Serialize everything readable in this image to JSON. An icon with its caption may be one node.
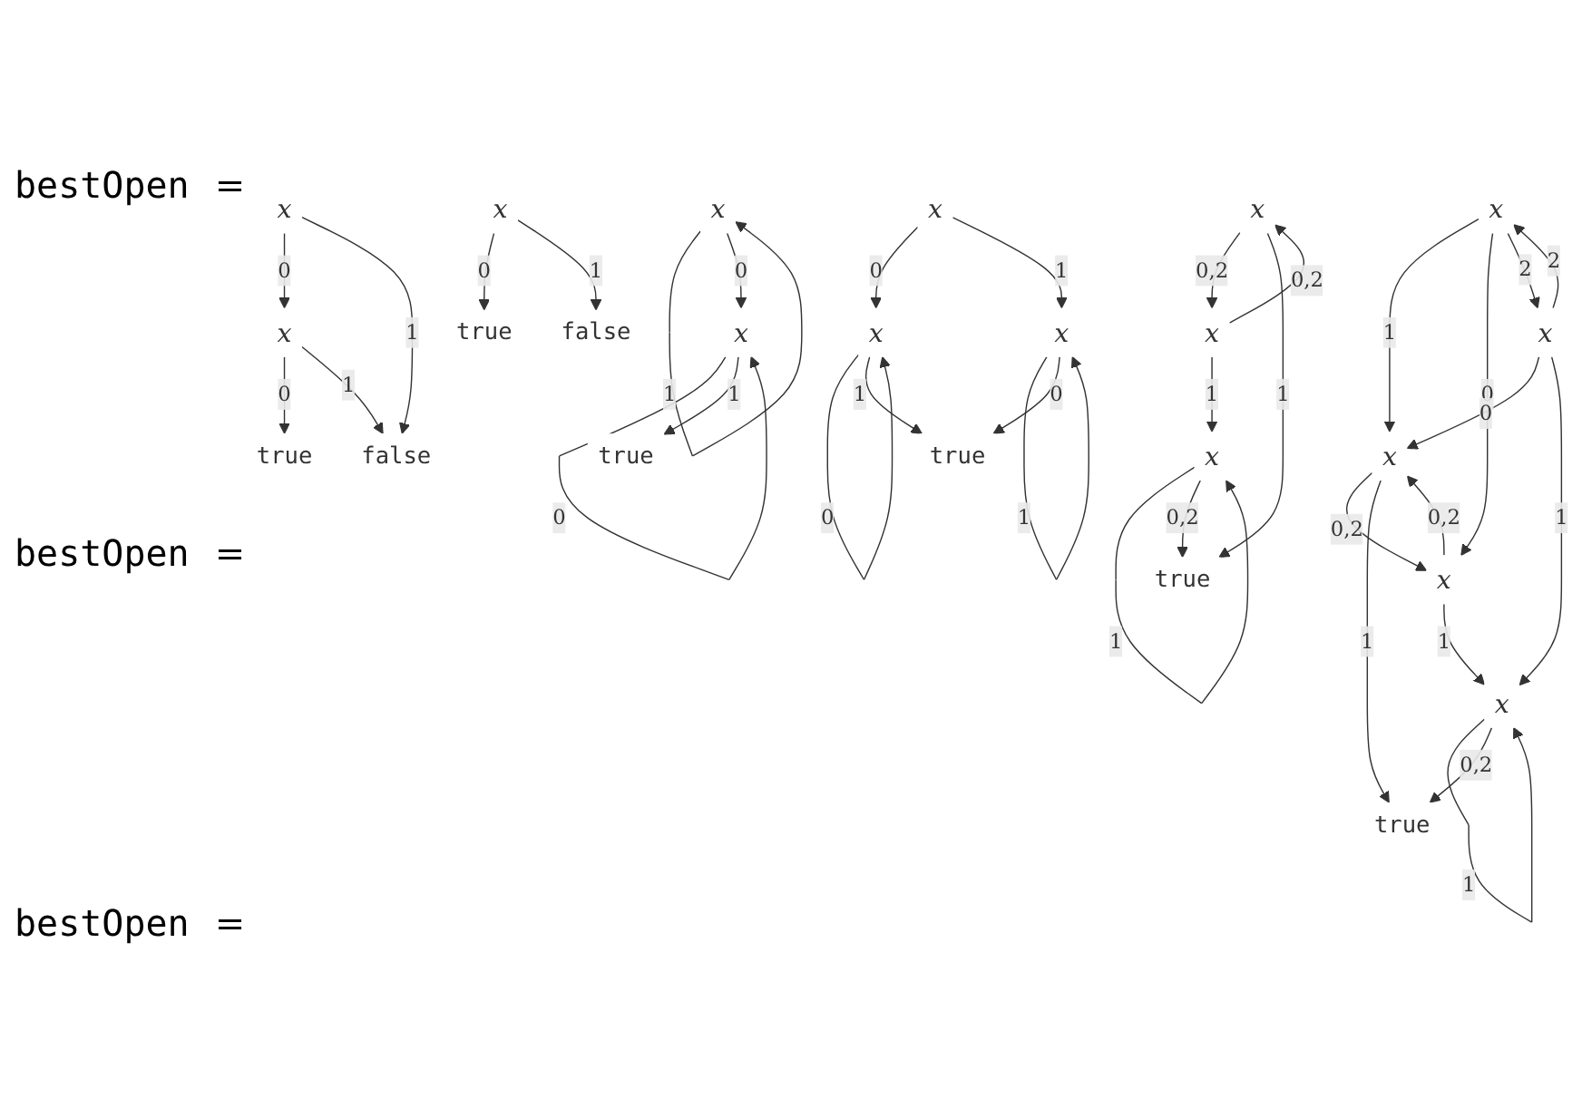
{
  "diagram": {
    "nodes": [
      {
        "text": [
          "x"
        ]
      },
      {
        "text": [
          "x"
        ]
      },
      {
        "text": [
          "true"
        ]
      },
      {
        "text": [
          "false"
        ]
      },
      {
        "text": [
          "x"
        ]
      },
      {
        "text": [
          "true"
        ]
      },
      {
        "text": [
          "false"
        ]
      },
      {
        "text": [
          "x"
        ]
      },
      {
        "text": [
          "x"
        ]
      },
      {
        "text": [
          "true"
        ]
      },
      {
        "text": [
          "x"
        ]
      },
      {
        "text": [
          "x"
        ]
      },
      {
        "text": [
          "x"
        ]
      },
      {
        "text": [
          "true"
        ]
      },
      {
        "text": [
          "x"
        ]
      },
      {
        "text": [
          "x"
        ]
      },
      {
        "text": [
          "x"
        ]
      },
      {
        "text": [
          "x"
        ]
      },
      {
        "text": [
          "x"
        ]
      },
      {
        "text": [
          "true"
        ]
      },
      {
        "text": [
          "x"
        ]
      },
      {
        "text": [
          "x"
        ]
      },
      {
        "text": [
          "x"
        ]
      },
      {
        "text": [
          "true"
        ]
      }
    ],
    "edges": [
      {
        "from": 0,
        "to": 1,
        "label": "0",
        "arrow": "to"
      },
      {
        "from": 0,
        "to": 3,
        "label": "1",
        "arrow": "to"
      },
      {
        "from": 1,
        "to": 2,
        "label": "0",
        "arrow": "to"
      },
      {
        "from": 1,
        "to": 3,
        "label": "1",
        "arrow": "to"
      },
      {
        "from": 4,
        "to": 5,
        "label": "0",
        "arrow": "to"
      },
      {
        "from": 4,
        "to": 6,
        "label": "1",
        "arrow": "to"
      },
      {
        "from": 7,
        "to": 7,
        "label": "1",
        "arrow": "to"
      },
      {
        "from": 7,
        "to": 8,
        "label": "0",
        "arrow": "to"
      },
      {
        "from": 8,
        "to": 8,
        "label": "0",
        "arrow": "to"
      },
      {
        "from": 8,
        "to": 9,
        "label": "1",
        "arrow": "to"
      },
      {
        "from": 10,
        "to": 11,
        "label": "0",
        "arrow": "to"
      },
      {
        "from": 10,
        "to": 12,
        "label": "1",
        "arrow": "to"
      },
      {
        "from": 11,
        "to": 11,
        "label": "0",
        "arrow": "to"
      },
      {
        "from": 11,
        "to": 13,
        "label": "1",
        "arrow": "to"
      },
      {
        "from": 12,
        "to": 12,
        "label": "1",
        "arrow": "to"
      },
      {
        "from": 12,
        "to": 13,
        "label": "0",
        "arrow": "to"
      },
      {
        "from": 14,
        "to": 16,
        "label": "1",
        "arrow": "to"
      },
      {
        "from": 14,
        "to": 17,
        "label": "0",
        "arrow": "to"
      },
      {
        "from": 14,
        "to": 15,
        "label": "2",
        "arrow": "to"
      },
      {
        "from": 15,
        "to": 14,
        "label": "2",
        "arrow": "to"
      },
      {
        "from": 15,
        "to": 16,
        "label": "0",
        "arrow": "to"
      },
      {
        "from": 16,
        "to": 17,
        "label": "0,2",
        "arrow": "to"
      },
      {
        "from": 17,
        "to": 16,
        "label": "0,2",
        "arrow": "to"
      },
      {
        "from": 17,
        "to": 18,
        "label": "1",
        "arrow": "to"
      },
      {
        "from": 15,
        "to": 18,
        "label": "1",
        "arrow": "to"
      },
      {
        "from": 18,
        "to": 18,
        "label": "1",
        "arrow": "to"
      },
      {
        "from": 18,
        "to": 19,
        "label": "0,2",
        "arrow": "to"
      },
      {
        "from": 16,
        "to": 19,
        "label": "1",
        "arrow": "to"
      },
      {
        "from": 20,
        "to": 21,
        "label": "0,2",
        "arrow": "to"
      },
      {
        "from": 21,
        "to": 20,
        "label": "0,2",
        "arrow": "to"
      },
      {
        "from": 20,
        "to": 23,
        "label": "1",
        "arrow": "to"
      },
      {
        "from": 21,
        "to": 22,
        "label": "1",
        "arrow": "to"
      },
      {
        "from": 22,
        "to": 22,
        "label": "1",
        "arrow": "to"
      },
      {
        "from": 22,
        "to": 23,
        "label": "0,2",
        "arrow": "to"
      }
    ],
    "labels": [
      "bestOpen",
      "=",
      "bestOpen",
      "=",
      "bestOpen",
      "="
    ]
  }
}
